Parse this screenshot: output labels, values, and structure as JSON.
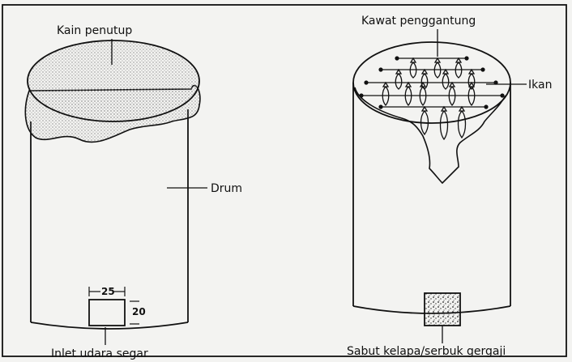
{
  "labels": {
    "cloth_cover": "Kain penutup",
    "drum": "Drum",
    "air_inlet": "Inlet udara segar",
    "hanging_wire": "Kawat penggantung",
    "fish": "Ikan",
    "fuel": "Sabut kelapa/serbuk gergaji"
  },
  "dimensions": {
    "inlet_width": "25",
    "inlet_height": "20"
  },
  "colors": {
    "line": "#111111",
    "paper": "#f3f3f1",
    "stipple": "#b9b9b9"
  }
}
